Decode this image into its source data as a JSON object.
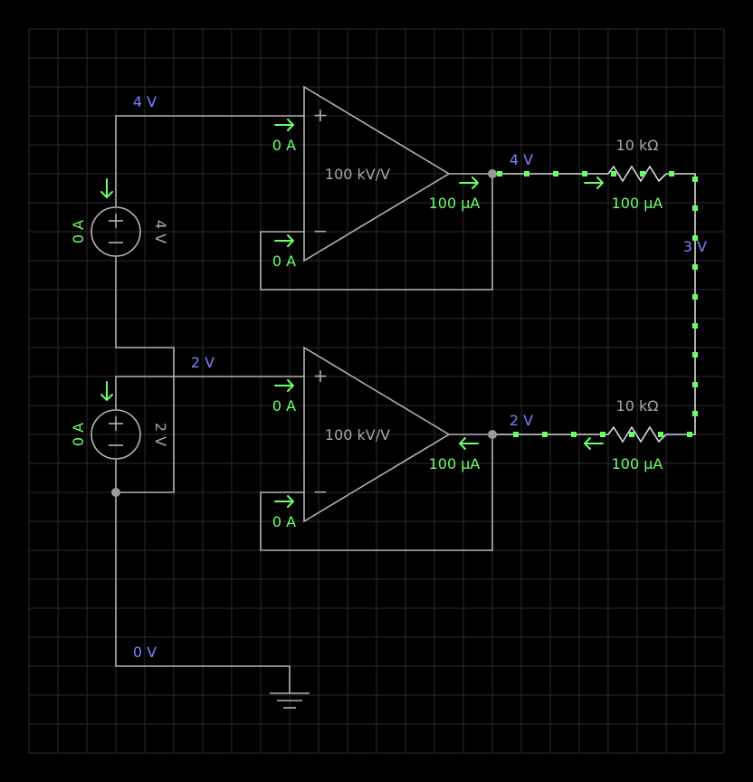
{
  "colors": {
    "background": "#000000",
    "grid": "#2b2b2b",
    "wire": "#b4b4b4",
    "current_label": "#6dff6d",
    "voltage_label": "#7b83ff",
    "component_label": "#a8a8a8",
    "current_dots": "#66ff66"
  },
  "source_top": {
    "value": "4 V",
    "current": "0 A"
  },
  "source_bottom": {
    "value": "2 V",
    "current": "0 A"
  },
  "opamp_top": {
    "gain": "100 kV/V",
    "plus_current": "0 A",
    "minus_current": "0 A",
    "out_current": "100 µA",
    "plus_sign": "+",
    "minus_sign": "−"
  },
  "opamp_bottom": {
    "gain": "100 kV/V",
    "plus_current": "0 A",
    "minus_current": "0 A",
    "out_current": "100 µA",
    "plus_sign": "+",
    "minus_sign": "−"
  },
  "resistor_top": {
    "value": "10 kΩ",
    "current": "100 µA"
  },
  "resistor_bottom": {
    "value": "10 kΩ",
    "current": "100 µA"
  },
  "nodes": {
    "source_top_plus": "4 V",
    "source_bottom_plus": "2 V",
    "top_output": "4 V",
    "bottom_output": "2 V",
    "right_midpoint": "3 V",
    "ground": "0 V"
  },
  "icons": {
    "source": "dc-voltage-source-icon",
    "opamp": "op-amp-icon",
    "resistor": "resistor-icon",
    "ground": "ground-icon",
    "current_arrow": "current-arrow-icon"
  }
}
